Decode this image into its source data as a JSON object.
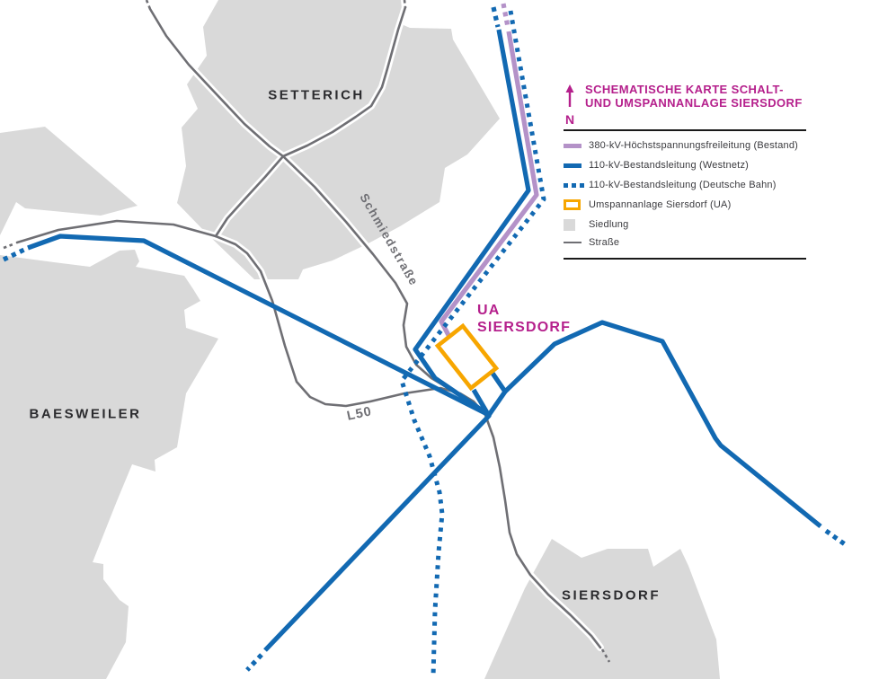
{
  "colors": {
    "blue": "#1269B2",
    "purple": "#B492C8",
    "magenta": "#B5208C",
    "orange": "#F7A600",
    "settlement": "#D9D9D9",
    "road": "#6F6F74",
    "labeldark": "#2B2B2E",
    "legendtext": "#3A3A3E",
    "rule": "#1A1A1A"
  },
  "legend": {
    "north_label": "N",
    "title_line1": "SCHEMATISCHE KARTE SCHALT-",
    "title_line2": "UND UMSPANNANLAGE SIERSDORF",
    "items": [
      {
        "swatch": "line-380kv",
        "label": "380-kV-Höchstspannungsfreileitung (Bestand)"
      },
      {
        "swatch": "line-110kv-solid",
        "label": "110-kV-Bestandsleitung (Westnetz)"
      },
      {
        "swatch": "line-110kv-dotted",
        "label": "110-kV-Bestandsleitung (Deutsche Bahn)"
      },
      {
        "swatch": "substation-outline",
        "label": "Umspannanlage Siersdorf (UA)"
      },
      {
        "swatch": "settlement-square",
        "label": "Siedlung"
      },
      {
        "swatch": "road-line",
        "label": "Straße"
      }
    ]
  },
  "map_labels": {
    "setterich": "SETTERICH",
    "baesweiler": "BAESWEILER",
    "siersdorf": "SIERSDORF",
    "ua_line1": "UA",
    "ua_line2": "SIERSDORF",
    "street_schmiedstrasse": "Schmiedstraße",
    "road_l50": "L50"
  }
}
